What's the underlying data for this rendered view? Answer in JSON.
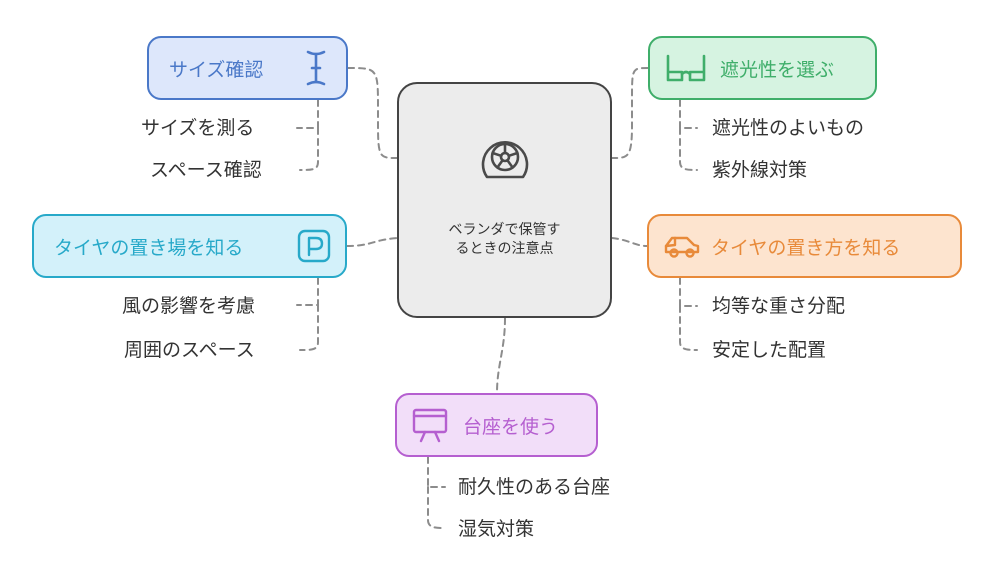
{
  "center": {
    "lines": [
      "ベランダで保管す",
      "るときの注意点"
    ],
    "icon": "tire-icon"
  },
  "branches": [
    {
      "id": "size",
      "label": "サイズ確認",
      "icon": "i-beam-measure-icon",
      "color": "#4a78c8",
      "fill": "#dde7fb",
      "leaves": [
        "サイズを測る",
        "スペース確認"
      ]
    },
    {
      "id": "shade",
      "label": "遮光性を選ぶ",
      "icon": "glasses-icon",
      "color": "#3fae6a",
      "fill": "#d6f3e1",
      "leaves": [
        "遮光性のよいもの",
        "紫外線対策"
      ]
    },
    {
      "id": "place",
      "label": "タイヤの置き場を知る",
      "icon": "parking-icon",
      "color": "#27a9c9",
      "fill": "#d3f1fa",
      "leaves": [
        "風の影響を考慮",
        "周囲のスペース"
      ]
    },
    {
      "id": "method",
      "label": "タイヤの置き方を知る",
      "icon": "car-icon",
      "color": "#e88a3a",
      "fill": "#fde4cf",
      "leaves": [
        "均等な重さ分配",
        "安定した配置"
      ]
    },
    {
      "id": "stand",
      "label": "台座を使う",
      "icon": "presentation-board-icon",
      "color": "#b55fd0",
      "fill": "#f2def9",
      "leaves": [
        "耐久性のある台座",
        "湿気対策"
      ]
    }
  ]
}
